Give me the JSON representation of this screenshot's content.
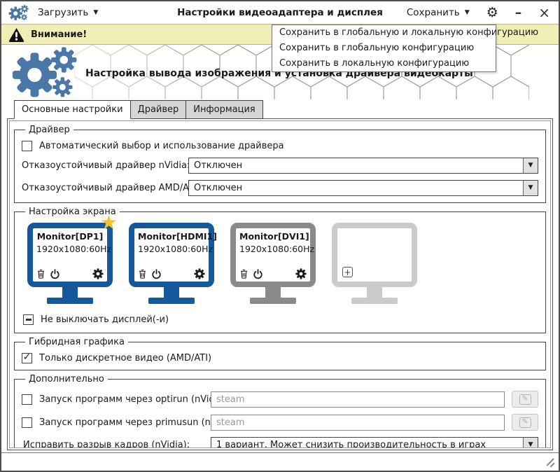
{
  "titlebar": {
    "load_label": "Загрузить",
    "title": "Настройки видеоадаптера и дисплея",
    "save_label": "Сохранить"
  },
  "warning_bar": {
    "text": "Внимание!"
  },
  "save_menu": {
    "items": [
      "Сохранить в глобальную и локальную конфигурацию",
      "Сохранить в глобальную конфигурацию",
      "Сохранить в локальную конфигурацию"
    ]
  },
  "header": {
    "subtitle": "Настройка вывода изображения и установка драйвера видеокарты"
  },
  "tabs": {
    "main": "Основные настройки",
    "driver": "Драйвер",
    "info": "Информация"
  },
  "driver_group": {
    "legend": "Драйвер",
    "auto_label": "Автоматический выбор и использование драйвера",
    "auto_checked": false,
    "nvidia_label": "Отказоустойчивый драйвер nVidia:",
    "nvidia_value": "Отключен",
    "amd_label": "Отказоустойчивый драйвер AMD/ATI:",
    "amd_value": "Отключен"
  },
  "screen_group": {
    "legend": "Настройка экрана",
    "monitors": [
      {
        "name": "Monitor[DP1]",
        "mode": "1920x1080:60Hz",
        "primary": true,
        "color": "#15599c"
      },
      {
        "name": "Monitor[HDMI1]",
        "mode": "1920x1080:60Hz",
        "primary": false,
        "color": "#15599c"
      },
      {
        "name": "Monitor[DVI1]",
        "mode": "1920x1080:60Hz",
        "primary": false,
        "color": "#8a8a8a"
      }
    ],
    "empty_slot_color": "#cbcbcb",
    "keep_on_label": "Не выключать дисплей(-и)",
    "keep_on_state": "indeterminate"
  },
  "hybrid_group": {
    "legend": "Гибридная графика",
    "discrete_label": "Только дискретное видео (AMD/ATI)",
    "discrete_checked": true
  },
  "extra_group": {
    "legend": "Дополнительно",
    "optirun_label": "Запуск программ через optirun (nVidia):",
    "optirun_value": "steam",
    "optirun_checked": false,
    "primusun_label": "Запуск программ через primusun (nVidia):",
    "primusun_value": "steam",
    "primusun_checked": false,
    "tearing_label": "Исправить разрыв кадров (nVidia):",
    "tearing_value": "1 вариант. Может снизить производительность в играх"
  },
  "icons": {
    "dropdown_arrow": "▼",
    "gear": "⚙",
    "minimize": "–",
    "close": "×",
    "check": "✓",
    "edit": "✎",
    "add": "+",
    "star": "★"
  },
  "colors": {
    "accent_blue": "#4a76a8",
    "monitor_active": "#15599c",
    "monitor_inactive": "#8a8a8a",
    "monitor_empty": "#cbcbcb",
    "warning_bg": "#f1efb5",
    "star_gold": "#f2c12e"
  }
}
